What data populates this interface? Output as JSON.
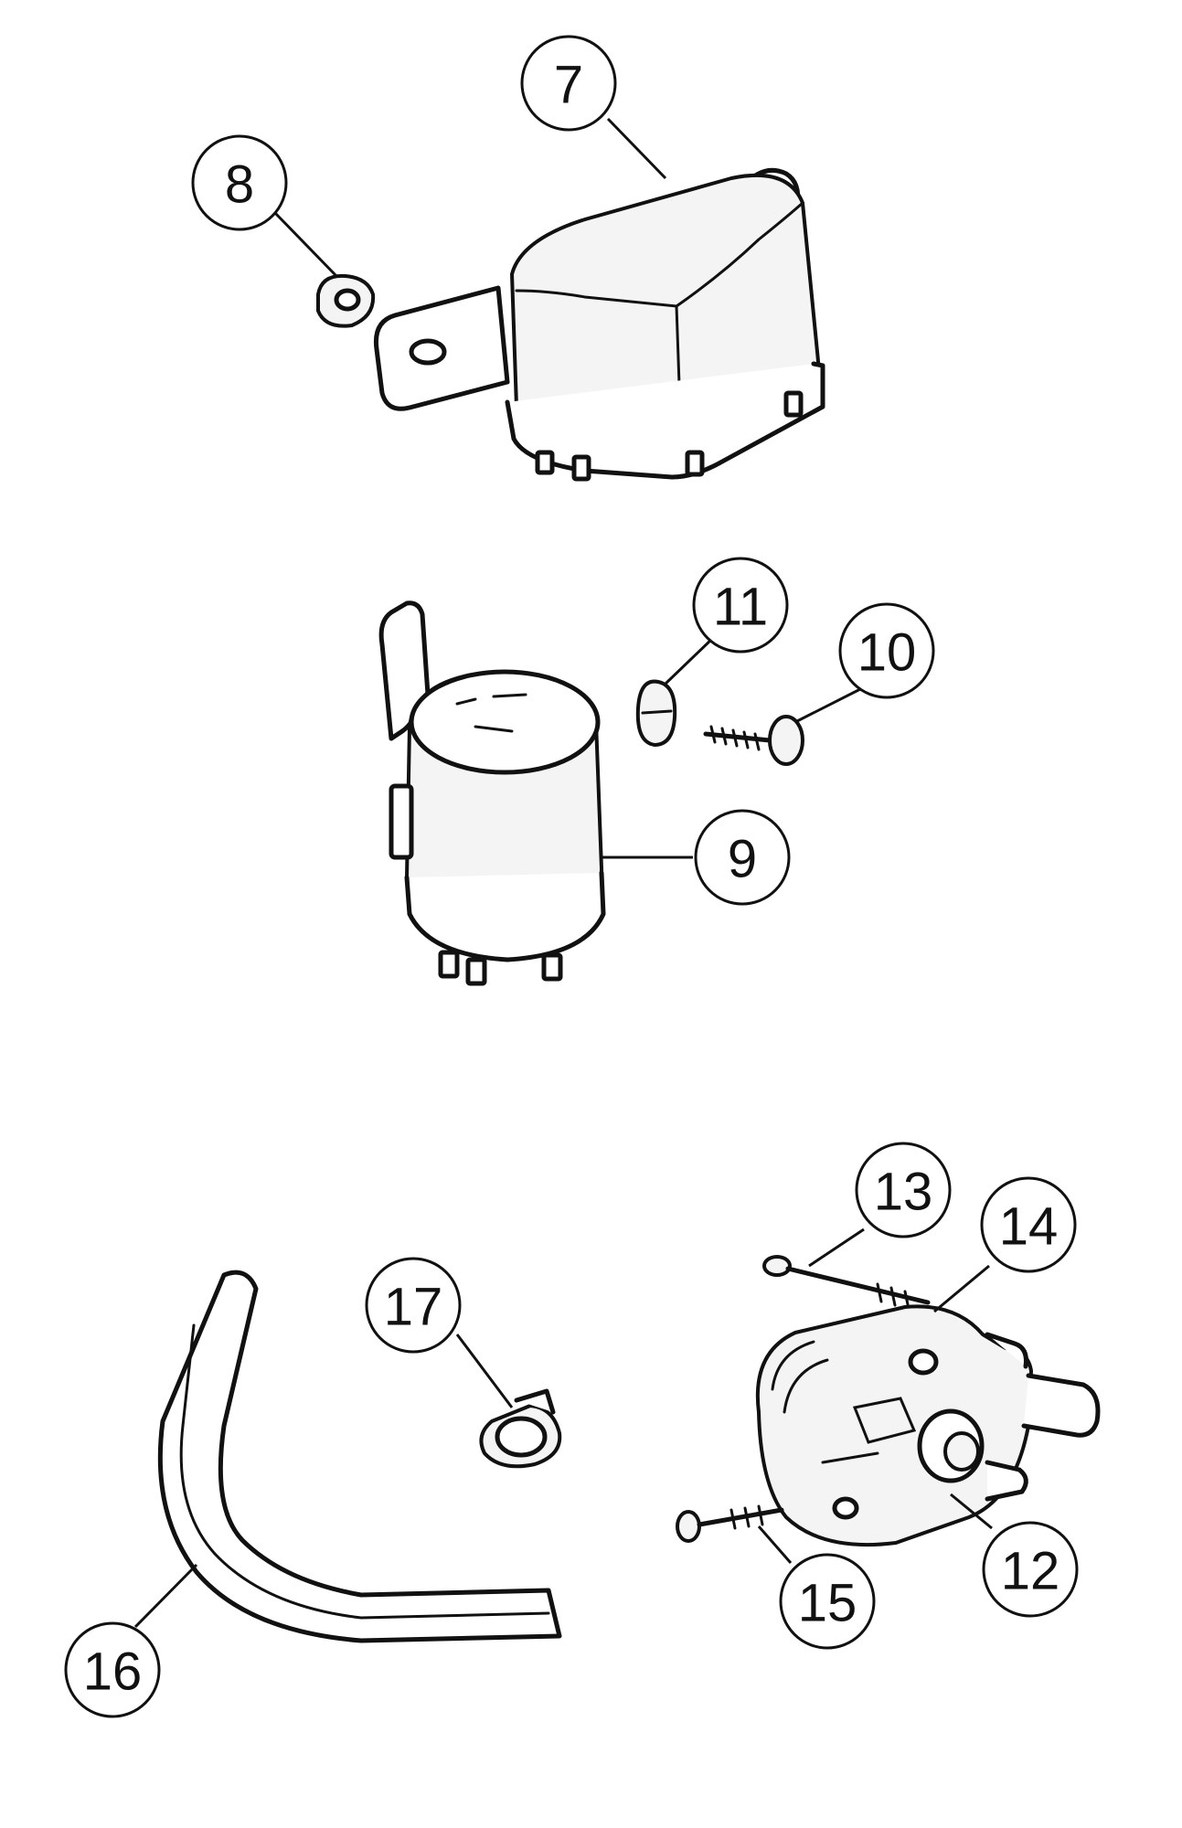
{
  "callouts": [
    {
      "id": "7",
      "label": "7"
    },
    {
      "id": "8",
      "label": "8"
    },
    {
      "id": "9",
      "label": "9"
    },
    {
      "id": "10",
      "label": "10"
    },
    {
      "id": "11",
      "label": "11"
    },
    {
      "id": "12",
      "label": "12"
    },
    {
      "id": "13",
      "label": "13"
    },
    {
      "id": "14",
      "label": "14"
    },
    {
      "id": "15",
      "label": "15"
    },
    {
      "id": "16",
      "label": "16"
    },
    {
      "id": "17",
      "label": "17"
    }
  ]
}
